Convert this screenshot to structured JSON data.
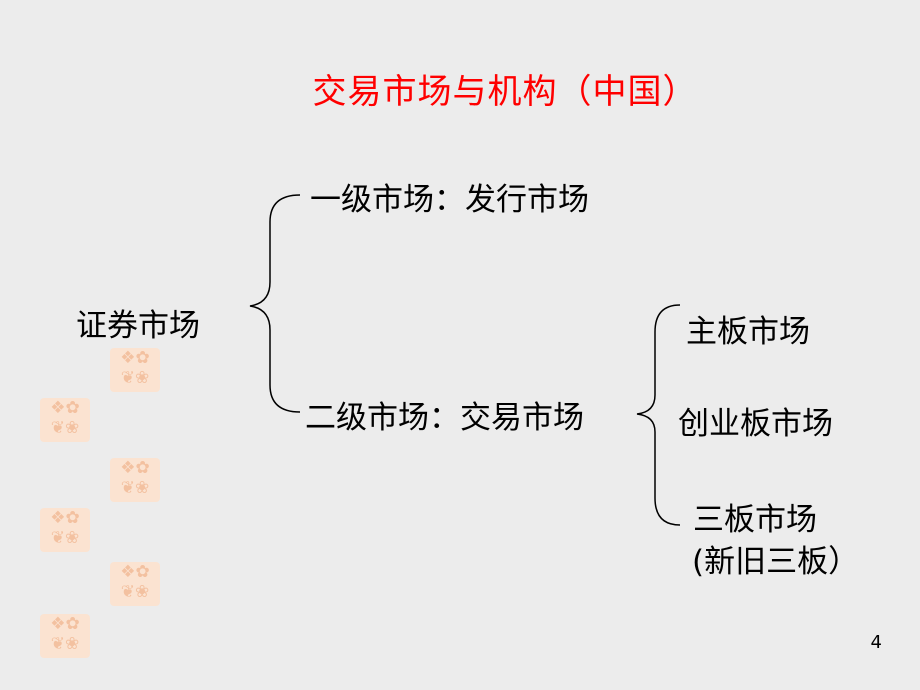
{
  "slide": {
    "title": "交易市场与机构（中国）",
    "root": "证券市场",
    "primary": "一级市场：发行市场",
    "secondary": "二级市场：交易市场",
    "sub": {
      "main_board": "主板市场",
      "chinext": "创业板市场",
      "third_board": "三板市场",
      "third_board_note": "(新旧三板）"
    },
    "page_number": "4"
  },
  "colors": {
    "title": "#ff0000",
    "text": "#000000",
    "seal": "#fbe3d1"
  },
  "decor": {
    "seal_icon": "seal-stamp-icon"
  }
}
